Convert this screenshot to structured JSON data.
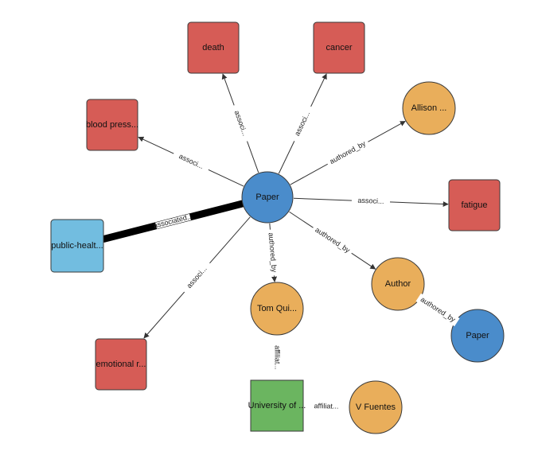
{
  "colors": {
    "concept": "#d65c56",
    "paper": "#4a8ccb",
    "author": "#e9ae5b",
    "public_health": "#72bde0",
    "institution": "#6bb560",
    "edge": "#333333"
  },
  "nodes": [
    {
      "id": "paper",
      "label": "Paper",
      "type": "paper"
    },
    {
      "id": "death",
      "label": "death",
      "type": "concept"
    },
    {
      "id": "cancer",
      "label": "cancer",
      "type": "concept"
    },
    {
      "id": "blood",
      "label": "blood press...",
      "type": "concept"
    },
    {
      "id": "allison",
      "label": "Allison ...",
      "type": "author"
    },
    {
      "id": "fatigue",
      "label": "fatigue",
      "type": "concept"
    },
    {
      "id": "public",
      "label": "public-healt...",
      "type": "public_health"
    },
    {
      "id": "emotional",
      "label": "emotional r...",
      "type": "concept"
    },
    {
      "id": "tom",
      "label": "Tom Qui...",
      "type": "author"
    },
    {
      "id": "author2",
      "label": "Author",
      "type": "author"
    },
    {
      "id": "paper2",
      "label": "Paper",
      "type": "paper"
    },
    {
      "id": "univ",
      "label": "University of ...",
      "type": "institution"
    },
    {
      "id": "fuentes",
      "label": "V Fuentes",
      "type": "author"
    }
  ],
  "edges": [
    {
      "from": "paper",
      "to": "death",
      "label": "associ..."
    },
    {
      "from": "paper",
      "to": "cancer",
      "label": "associ..."
    },
    {
      "from": "paper",
      "to": "blood",
      "label": "associ..."
    },
    {
      "from": "paper",
      "to": "allison",
      "label": "authored_by"
    },
    {
      "from": "paper",
      "to": "fatigue",
      "label": "associ..."
    },
    {
      "from": "paper",
      "to": "public",
      "label": "associated...",
      "heavy": true
    },
    {
      "from": "paper",
      "to": "emotional",
      "label": "associ..."
    },
    {
      "from": "paper",
      "to": "tom",
      "label": "authored_by"
    },
    {
      "from": "paper",
      "to": "author2",
      "label": "authored_by"
    },
    {
      "from": "paper2",
      "to": "author2",
      "label": "authored_by"
    },
    {
      "from": "tom",
      "to": "univ",
      "label": "affiliat..."
    },
    {
      "from": "fuentes",
      "to": "univ",
      "label": "affiliat..."
    }
  ]
}
